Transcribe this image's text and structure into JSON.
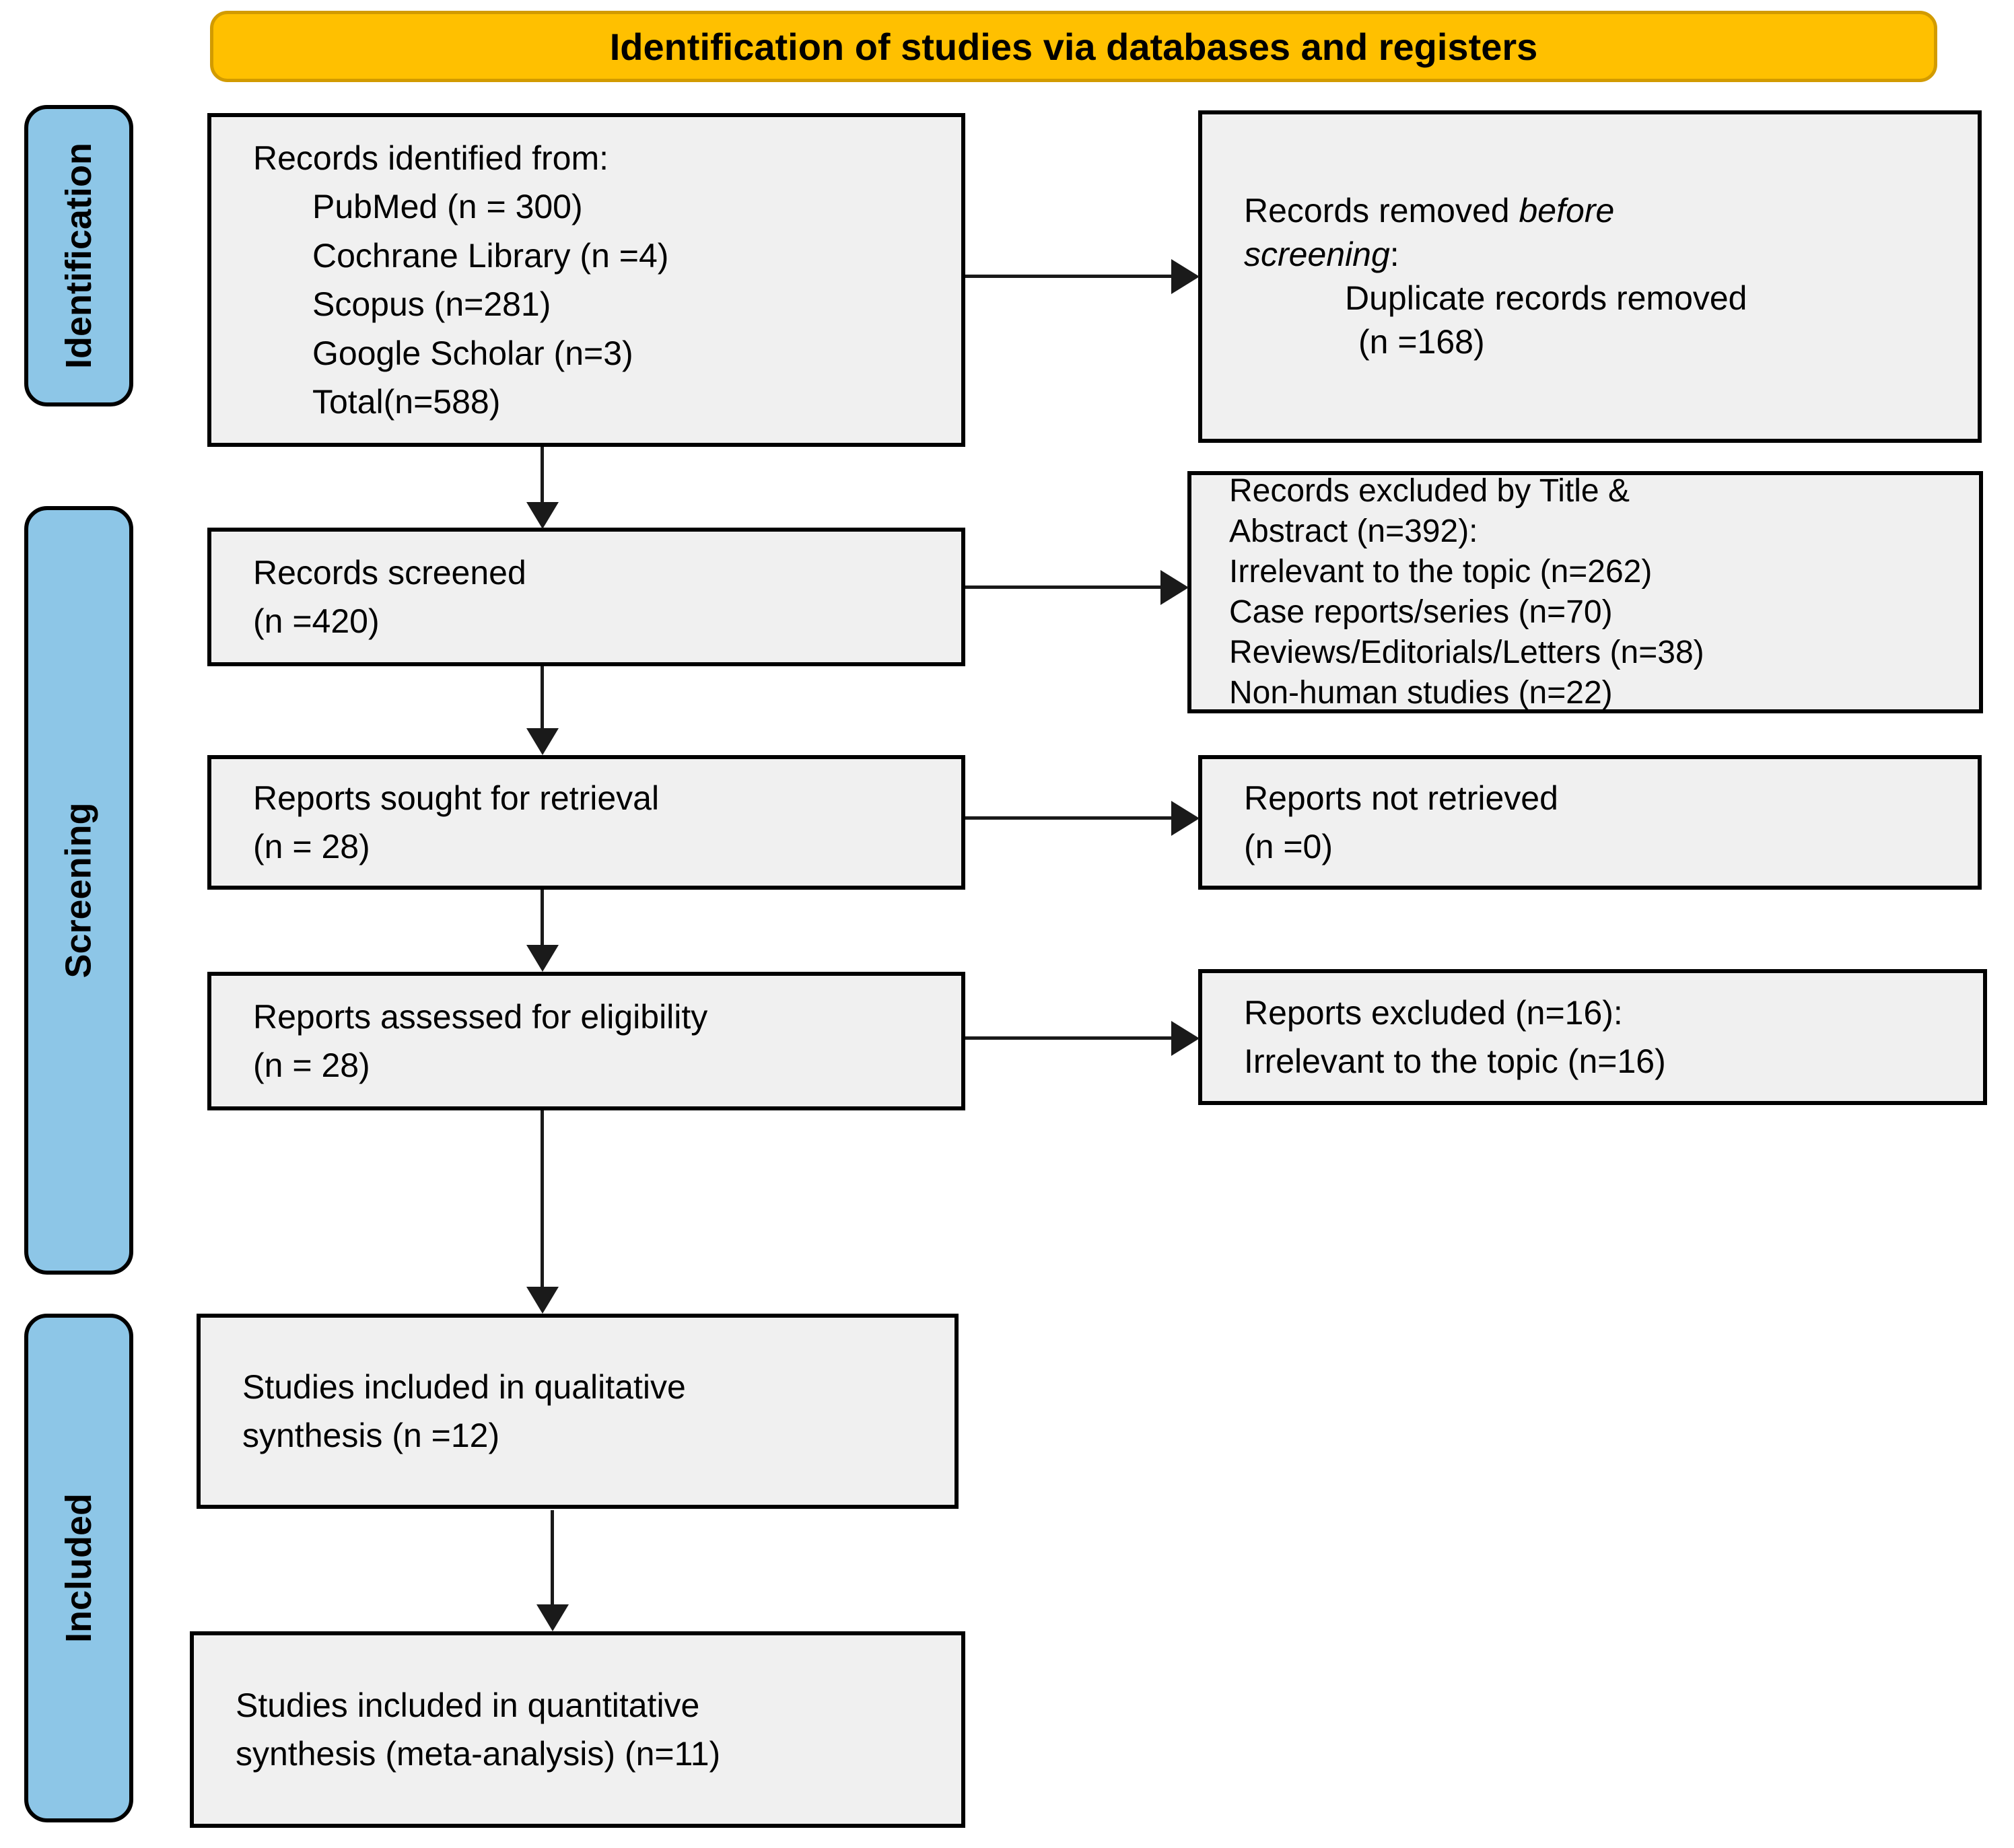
{
  "banner": {
    "title": "Identification of studies via databases and registers"
  },
  "stages": {
    "identification": "Identification",
    "screening": "Screening",
    "included": "Included"
  },
  "colors": {
    "banner_bg": "#FFC000",
    "banner_border": "#D29B00",
    "stage_bg": "#8DC6E7",
    "box_bg": "#F0F0F0",
    "line": "#000000"
  },
  "flow": {
    "identified": {
      "lines": [
        "Records identified from:",
        "PubMed (n = 300)",
        "Cochrane Library (n =4)",
        "Scopus (n=281)",
        "Google Scholar (n=3)",
        "Total(n=588)"
      ]
    },
    "removed_before": {
      "prefix": "Records removed ",
      "italic": "before screening",
      "suffix": ":",
      "detail": "Duplicate records removed",
      "count": "(n =168)"
    },
    "screened": {
      "lines": [
        "Records screened",
        "(n =420)"
      ]
    },
    "excluded_title_abstract": {
      "lines": [
        "Records excluded by Title &",
        "Abstract (n=392):",
        "Irrelevant to the topic (n=262)",
        "Case reports/series (n=70)",
        "Reviews/Editorials/Letters (n=38)",
        "Non-human studies (n=22)"
      ]
    },
    "sought": {
      "lines": [
        "Reports sought for retrieval",
        "(n = 28)"
      ]
    },
    "not_retrieved": {
      "lines": [
        "Reports not retrieved",
        "(n =0)"
      ]
    },
    "assessed": {
      "lines": [
        "Reports assessed for eligibility",
        "(n = 28)"
      ]
    },
    "reports_excluded": {
      "lines": [
        "Reports excluded (n=16):",
        "Irrelevant to the topic (n=16)"
      ]
    },
    "qualitative": {
      "lines": [
        "Studies included in qualitative",
        "synthesis (n =12)"
      ]
    },
    "quantitative": {
      "lines": [
        "Studies included in quantitative",
        "synthesis (meta-analysis) (n=11)"
      ]
    }
  }
}
